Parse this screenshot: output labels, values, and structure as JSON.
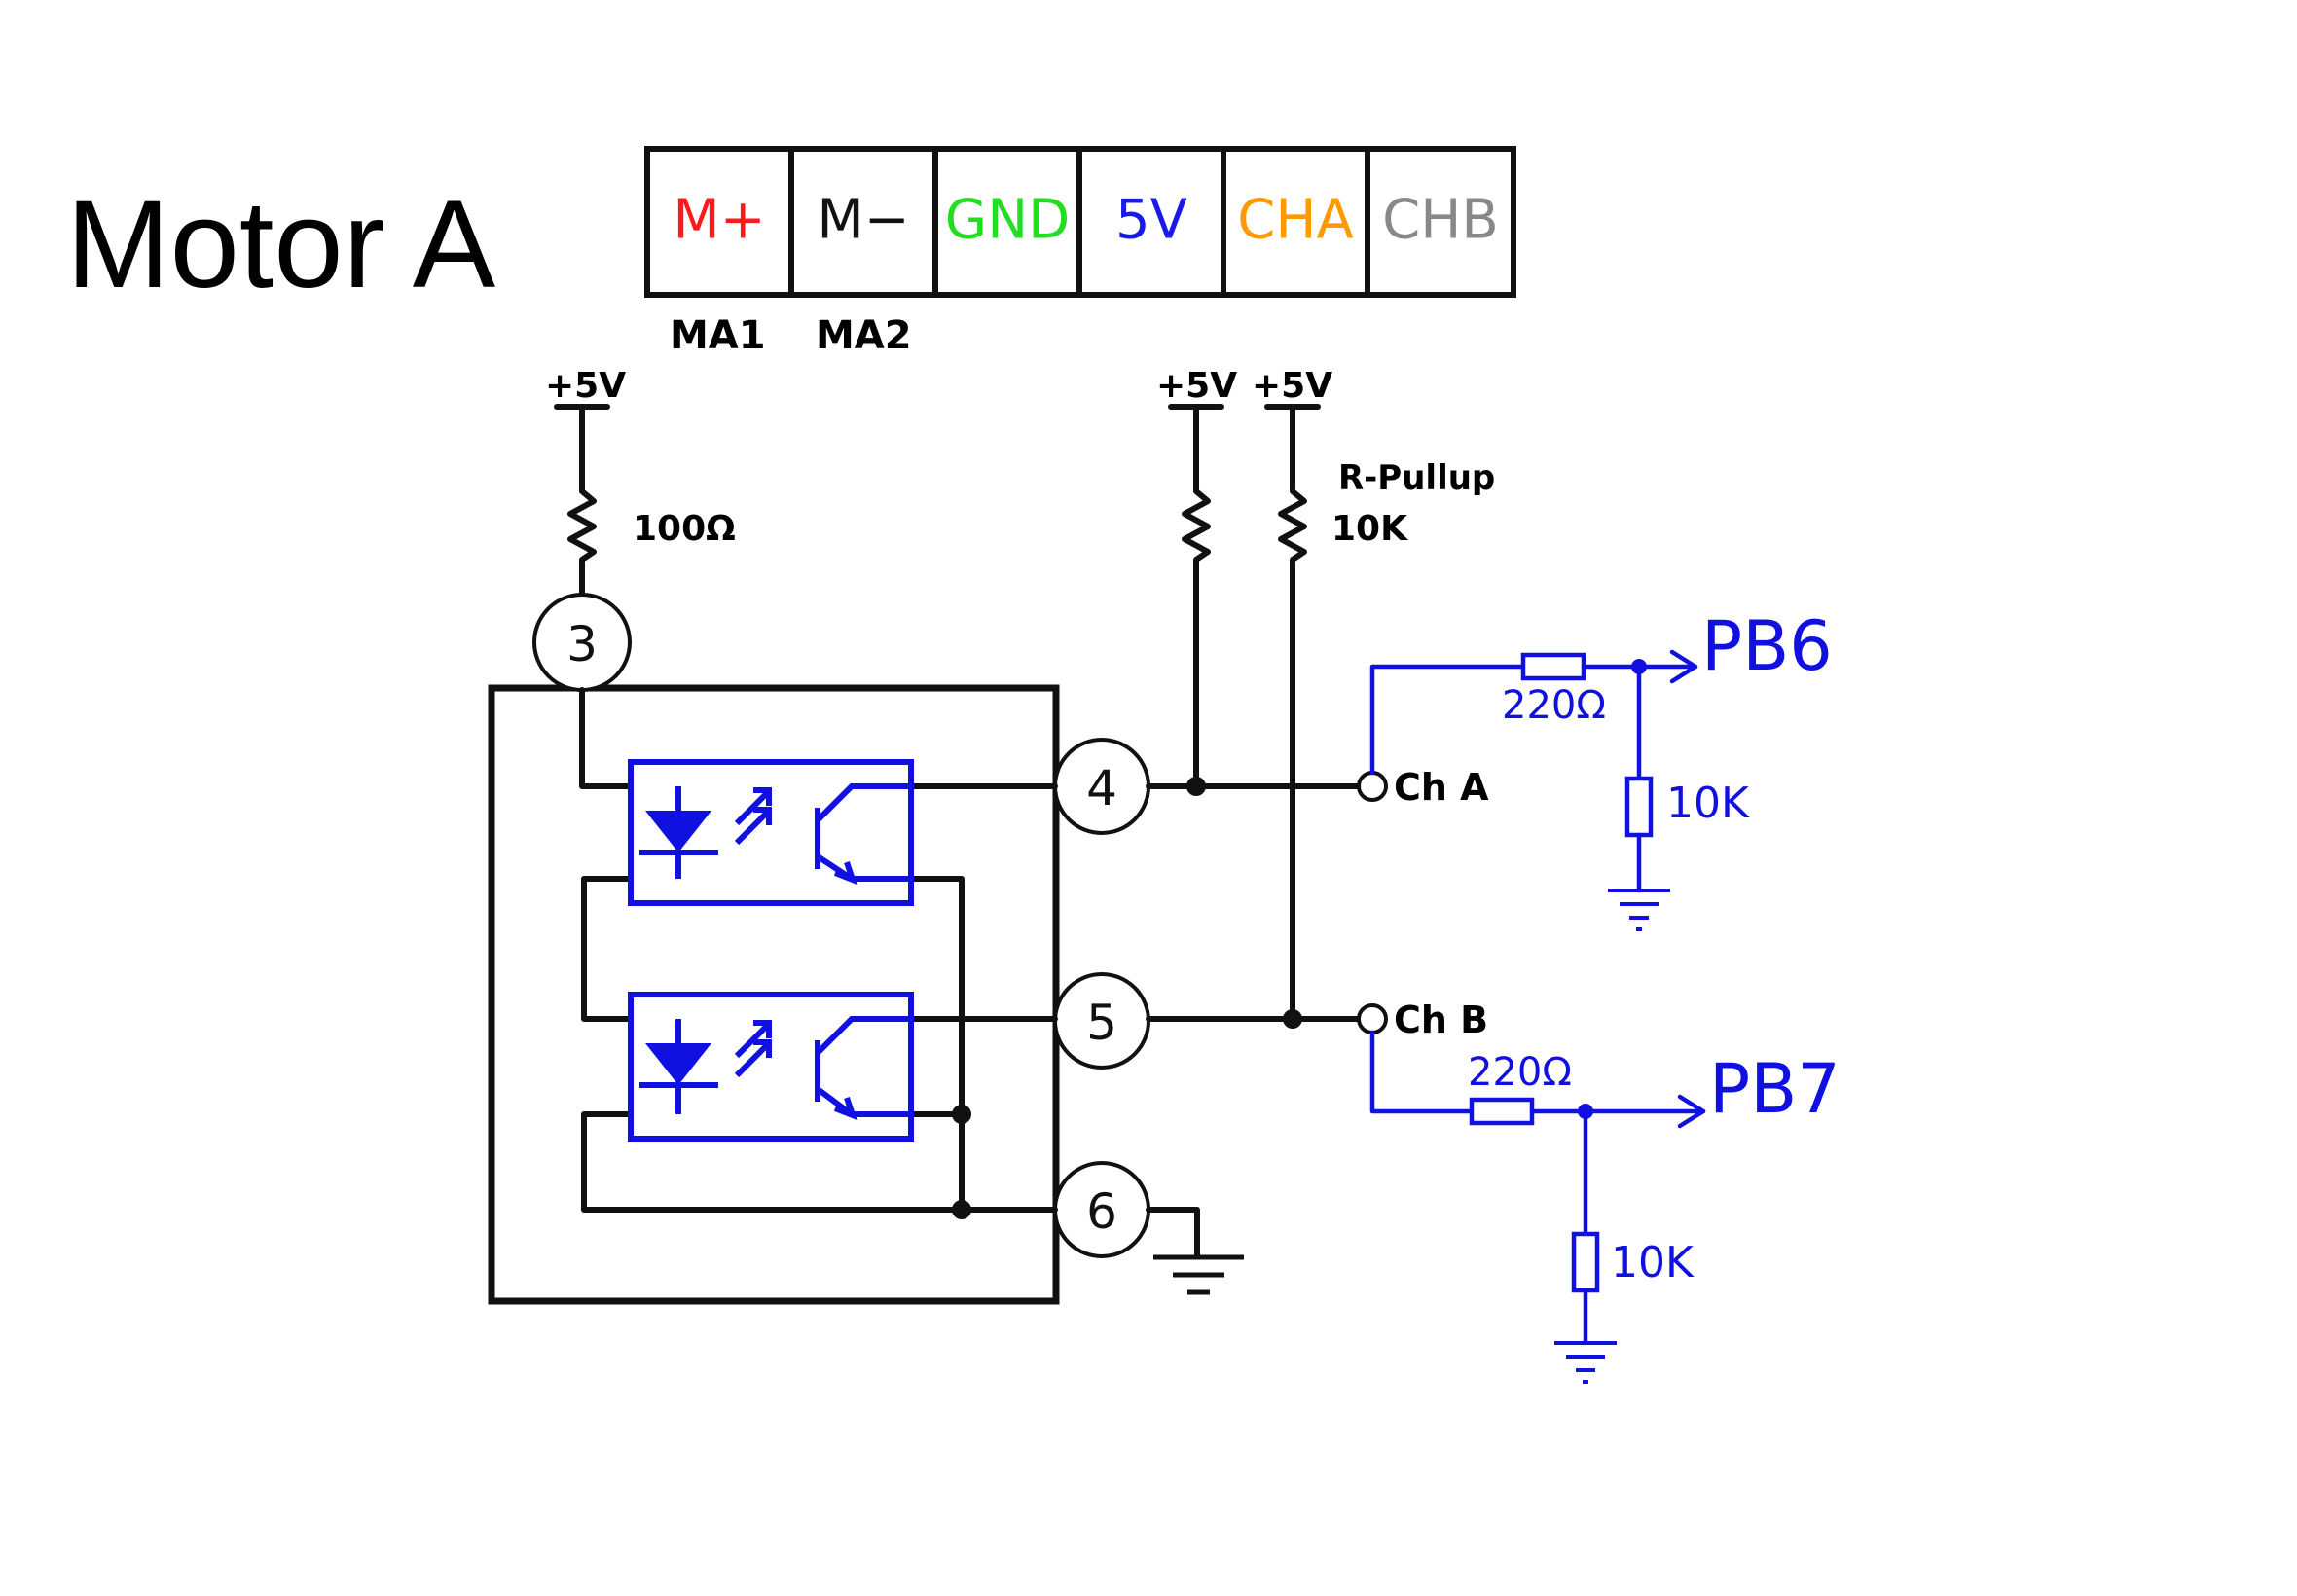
{
  "title": "Motor A",
  "connector": {
    "cells": [
      {
        "label": "M+",
        "color": "#ff1a1a"
      },
      {
        "label": "M−",
        "color": "#111111"
      },
      {
        "label": "GND",
        "color": "#22dd22"
      },
      {
        "label": "5V",
        "color": "#1a1ae6"
      },
      {
        "label": "CHA",
        "color": "#ff9900"
      },
      {
        "label": "CHB",
        "color": "#888888"
      }
    ],
    "sublabels": [
      "MA1",
      "MA2"
    ]
  },
  "labels": {
    "supply_left": "+5V",
    "supply_mid": "+5V",
    "supply_right": "+5V",
    "r_led": "100Ω",
    "pullup_title": "R-Pullup",
    "pullup_value": "10K",
    "cha": "Ch A",
    "chb": "Ch B",
    "r_series_a": "220Ω",
    "r_series_b": "220Ω",
    "r_down_a": "10K",
    "r_down_b": "10K",
    "pb6": "PB6",
    "pb7": "PB7"
  },
  "pins": [
    "3",
    "4",
    "5",
    "6"
  ],
  "colors": {
    "wire": "#111111",
    "blue": "#1010e0"
  }
}
